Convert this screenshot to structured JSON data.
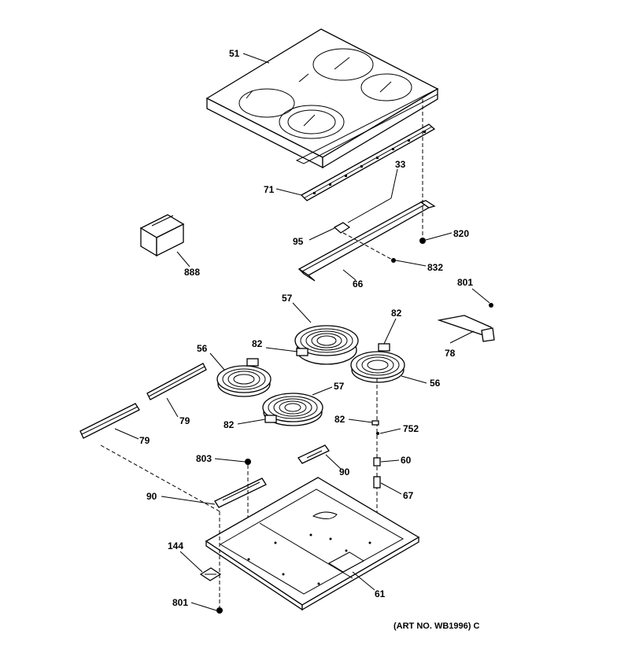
{
  "diagram": {
    "callouts": {
      "c51": "51",
      "c33": "33",
      "c71": "71",
      "c888": "888",
      "c95": "95",
      "c820": "820",
      "c832": "832",
      "c66": "66",
      "c801_top": "801",
      "c57_top": "57",
      "c82_top": "82",
      "c82_right": "82",
      "c56_left": "56",
      "c78": "78",
      "c56_right": "56",
      "c57_mid": "57",
      "c79_upper": "79",
      "c82_bottom": "82",
      "c79_lower": "79",
      "c82_lower_right": "82",
      "c752": "752",
      "c803": "803",
      "c60": "60",
      "c90_right": "90",
      "c90_left": "90",
      "c67": "67",
      "c144": "144",
      "c61": "61",
      "c801_bottom": "801"
    },
    "art_number": "(ART NO. WB1996) C"
  }
}
